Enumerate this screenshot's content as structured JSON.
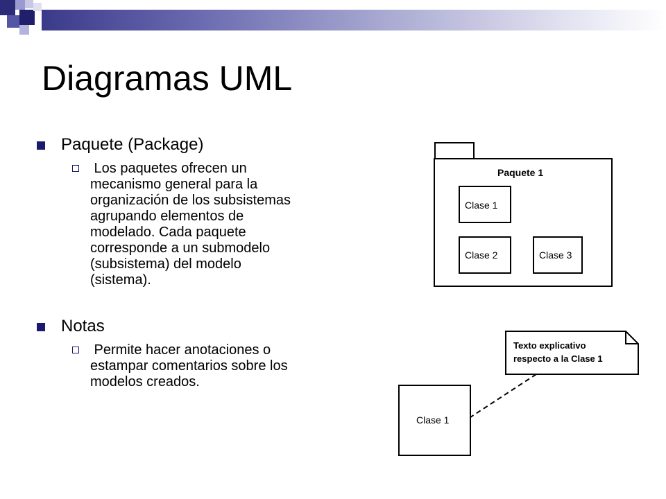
{
  "slide": {
    "title": "Diagramas UML",
    "bullets": [
      {
        "label": "Paquete (Package)",
        "sub": "Los paquetes ofrecen un mecanismo general para la organización de los subsistemas agrupando elementos de modelado. Cada paquete corresponde a un submodelo (subsistema) del modelo (sistema).",
        "sub_lines": [
          " Los paquetes ofrecen un",
          "mecanismo general para la",
          "organización de los subsistemas",
          "agrupando elementos de",
          "modelado. Cada paquete",
          "corresponde a un submodelo",
          "(subsistema) del modelo",
          "(sistema)."
        ]
      },
      {
        "label": "Notas",
        "sub": "Permite hacer anotaciones o estampar comentarios sobre los modelos creados.",
        "sub_lines": [
          " Permite hacer anotaciones o",
          "estampar comentarios sobre los",
          "modelos creados."
        ]
      }
    ]
  },
  "diagram": {
    "package_label": "Paquete 1",
    "classes": [
      "Clase 1",
      "Clase 2",
      "Clase 3"
    ],
    "note_lines": [
      "Texto explicativo",
      "respecto a la Clase 1"
    ],
    "note_class": "Clase 1"
  },
  "colors": {
    "accent": "#1a1a6e",
    "header_gradient_start": "#3a3a8a"
  }
}
